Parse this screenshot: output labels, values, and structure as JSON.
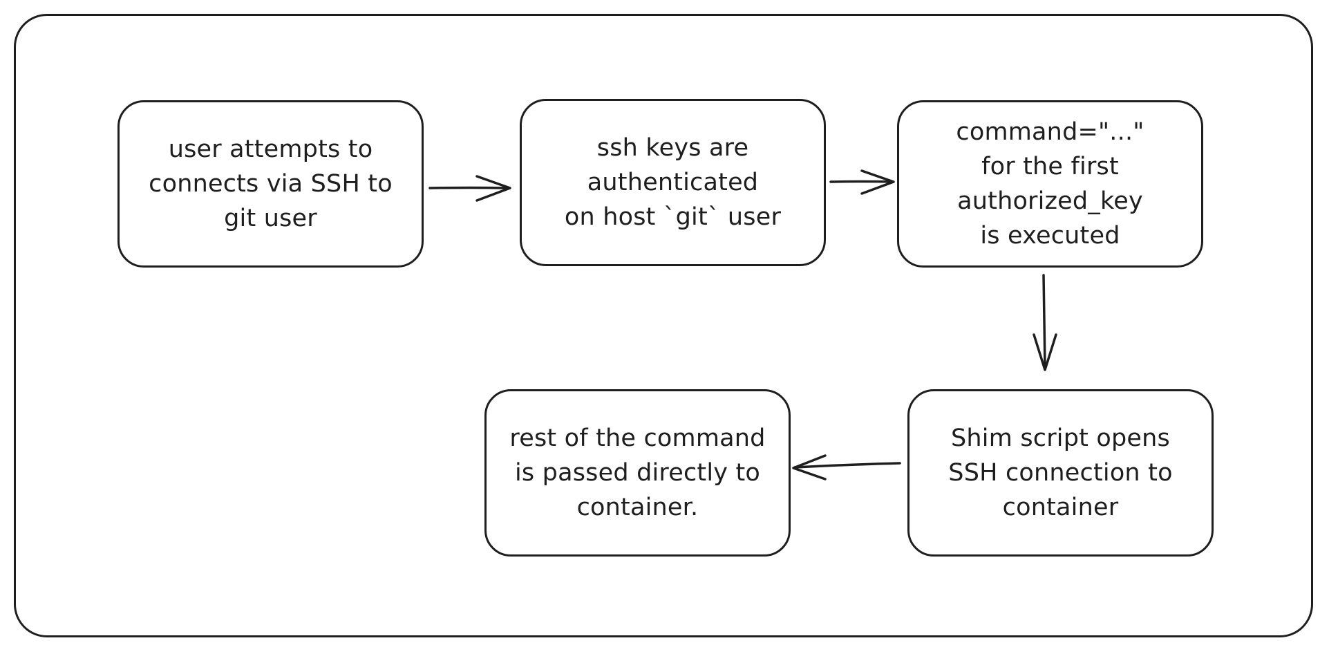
{
  "diagram": {
    "stroke_color": "#1e1e1e",
    "background_color": "#ffffff",
    "nodes": [
      {
        "id": "n1",
        "label": "user attempts to\nconnects via SSH to\ngit user"
      },
      {
        "id": "n2",
        "label": "ssh keys are\nauthenticated\non host `git` user"
      },
      {
        "id": "n3",
        "label": "command=\"...\"\nfor the first\nauthorized_key\nis executed"
      },
      {
        "id": "n4",
        "label": "Shim script opens\nSSH connection to\ncontainer"
      },
      {
        "id": "n5",
        "label": "rest of the command\nis passed directly to\ncontainer."
      }
    ],
    "edges": [
      {
        "from": "n1",
        "to": "n2"
      },
      {
        "from": "n2",
        "to": "n3"
      },
      {
        "from": "n3",
        "to": "n4"
      },
      {
        "from": "n4",
        "to": "n5"
      }
    ]
  }
}
